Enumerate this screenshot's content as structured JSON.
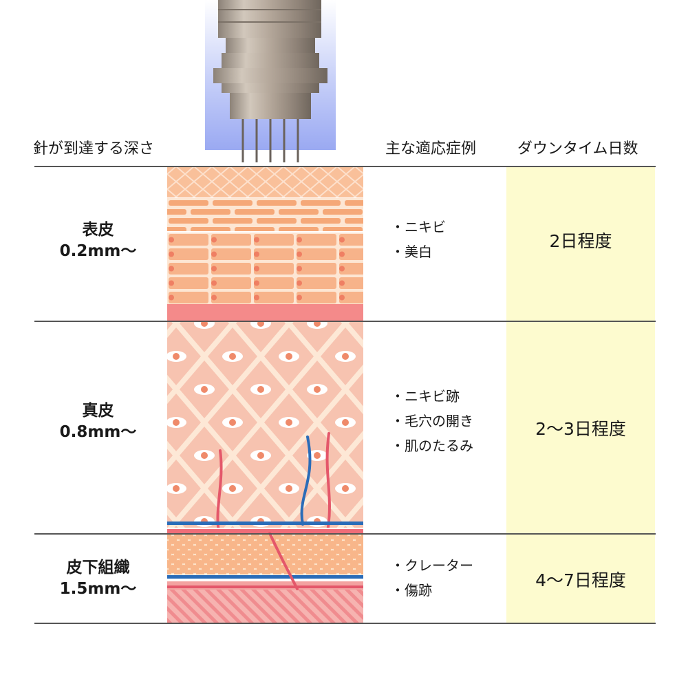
{
  "headers": {
    "depth": "針が到達する深さ",
    "indications": "主な適応症例",
    "downtime": "ダウンタイム日数"
  },
  "rows": [
    {
      "layer": "表皮",
      "depth": "0.2mm〜",
      "indications": [
        "・ニキビ",
        "・美白"
      ],
      "downtime": "2日程度"
    },
    {
      "layer": "真皮",
      "depth": "0.8mm〜",
      "indications": [
        "・ニキビ跡",
        "・毛穴の開き",
        "・肌のたるみ"
      ],
      "downtime": "2〜3日程度"
    },
    {
      "layer": "皮下組織",
      "depth": "1.5mm〜",
      "indications": [
        "・クレーター",
        "・傷跡"
      ],
      "downtime": "4〜7日程度"
    }
  ],
  "colors": {
    "downtime_bg": "#fdfbcf",
    "epidermis": "#f9c9a4",
    "epidermis_band": "#f48a8a",
    "dermis": "#fbe6d4",
    "vein": "#2a6cb8",
    "artery": "#e4576a",
    "needle_glow": "#9aa9f2"
  },
  "icons": [
    "microneedle-device-icon"
  ]
}
